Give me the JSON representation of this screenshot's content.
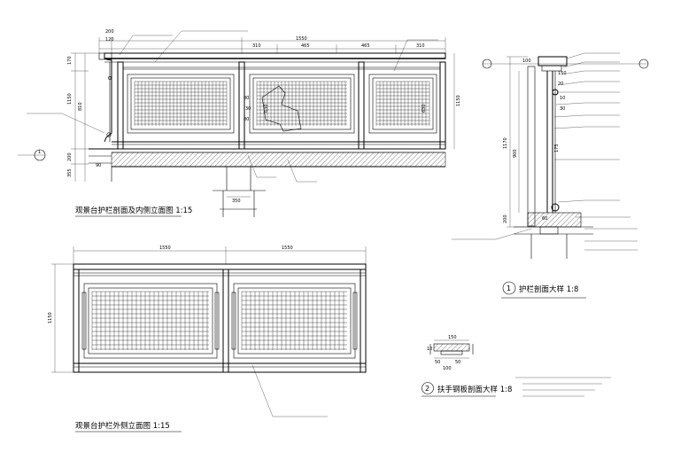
{
  "titles": {
    "section_elevation": "观景台护栏剖面及内侧立面图  1:15",
    "outer_elevation": "观景台护栏外侧立面图  1:15",
    "detail_section": "护栏剖面大样  1:8",
    "detail_section_num": "1",
    "handrail_detail": "扶手钢板剖面大样  1:8",
    "handrail_detail_num": "2",
    "section_marker": "1"
  },
  "dims_top": {
    "d200": "200",
    "d120": "120",
    "d1550": "1550",
    "d310a": "310",
    "d465a": "465",
    "d465b": "465",
    "d310b": "310",
    "d170": "170",
    "d1150": "1150",
    "d810": "810",
    "d200b": "200",
    "d355": "355",
    "d90": "90",
    "d630a": "630",
    "d630b": "630",
    "d1150r": "1150",
    "d350": "350",
    "d80a": "80",
    "d30": "30",
    "d80b": "80"
  },
  "dims_outer": {
    "d1550a": "1550",
    "d1550b": "1550",
    "d1150": "1150"
  },
  "dims_detail": {
    "d100": "100",
    "d1170": "1170",
    "d900": "900",
    "d200": "200",
    "d60": "60",
    "d150": "150",
    "d20": "20",
    "d10": "10",
    "d30": "30",
    "d175": "175"
  },
  "dims_handrail": {
    "d150": "150",
    "d50a": "50",
    "d50b": "50",
    "d100": "100",
    "d10": "10"
  }
}
